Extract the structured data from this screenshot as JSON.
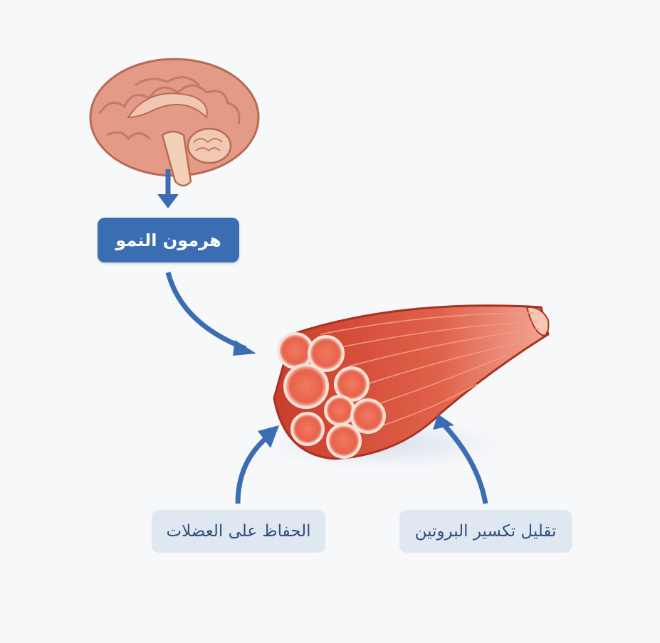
{
  "labels": {
    "growth_hormone": "هرمون النمو",
    "muscle_preservation": "الحفاظ على العضلات",
    "reduce_protein_breakdown": "تقليل تكسير البروتين"
  },
  "icons": {
    "brain": "brain-icon",
    "muscle": "muscle-bundle-icon"
  },
  "colors": {
    "arrow": "#3b6db3",
    "primary_box": "#3b6db3",
    "secondary_box": "#dfe7f1",
    "secondary_text": "#2f4f7f",
    "muscle": "#d9503c",
    "brain": "#e8a08e"
  }
}
